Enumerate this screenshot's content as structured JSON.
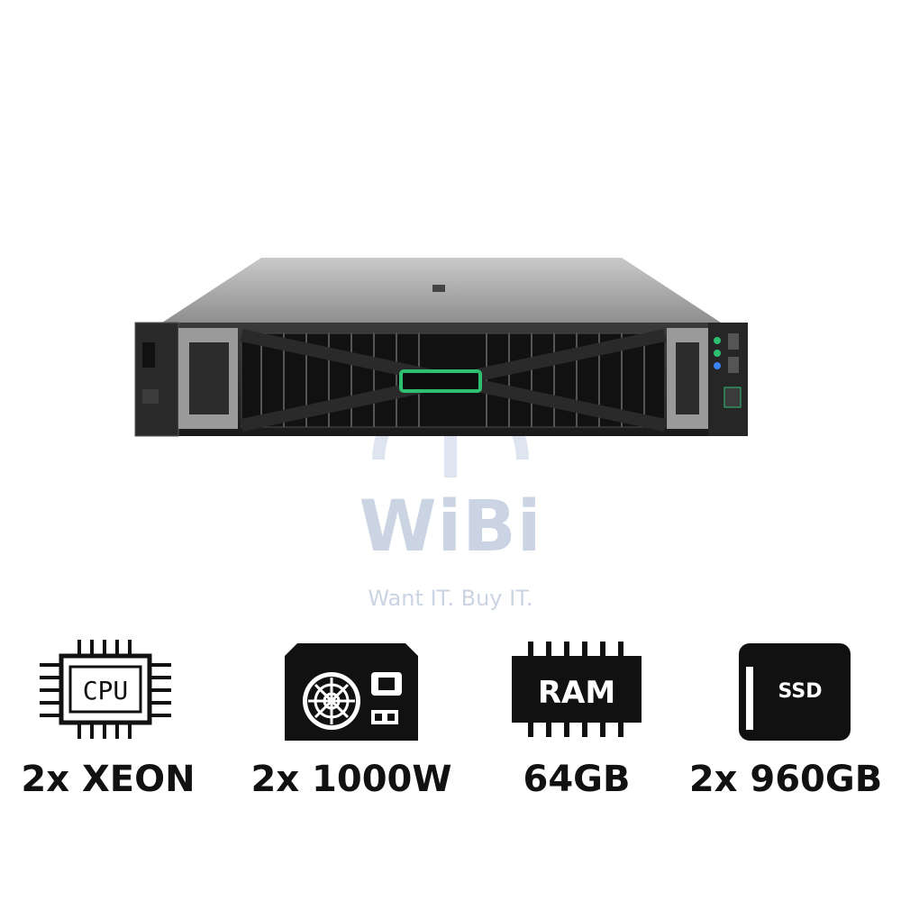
{
  "watermark": {
    "brand": "WiBi",
    "tagline": "Want IT. Buy IT."
  },
  "product": {
    "icon": "rack-server-image"
  },
  "specs": [
    {
      "icon": "cpu-icon",
      "icon_text": "CPU",
      "label": "2x XEON"
    },
    {
      "icon": "power-supply-icon",
      "label": "2x 1000W"
    },
    {
      "icon": "ram-icon",
      "icon_text": "RAM",
      "label": "64GB"
    },
    {
      "icon": "ssd-icon",
      "icon_text": "SSD",
      "label": "2x 960GB"
    }
  ],
  "colors": {
    "watermark": "#9fb2cb",
    "accent_green": "#2fbf71",
    "led_blue": "#3b82f6",
    "label_text": "#111111"
  }
}
